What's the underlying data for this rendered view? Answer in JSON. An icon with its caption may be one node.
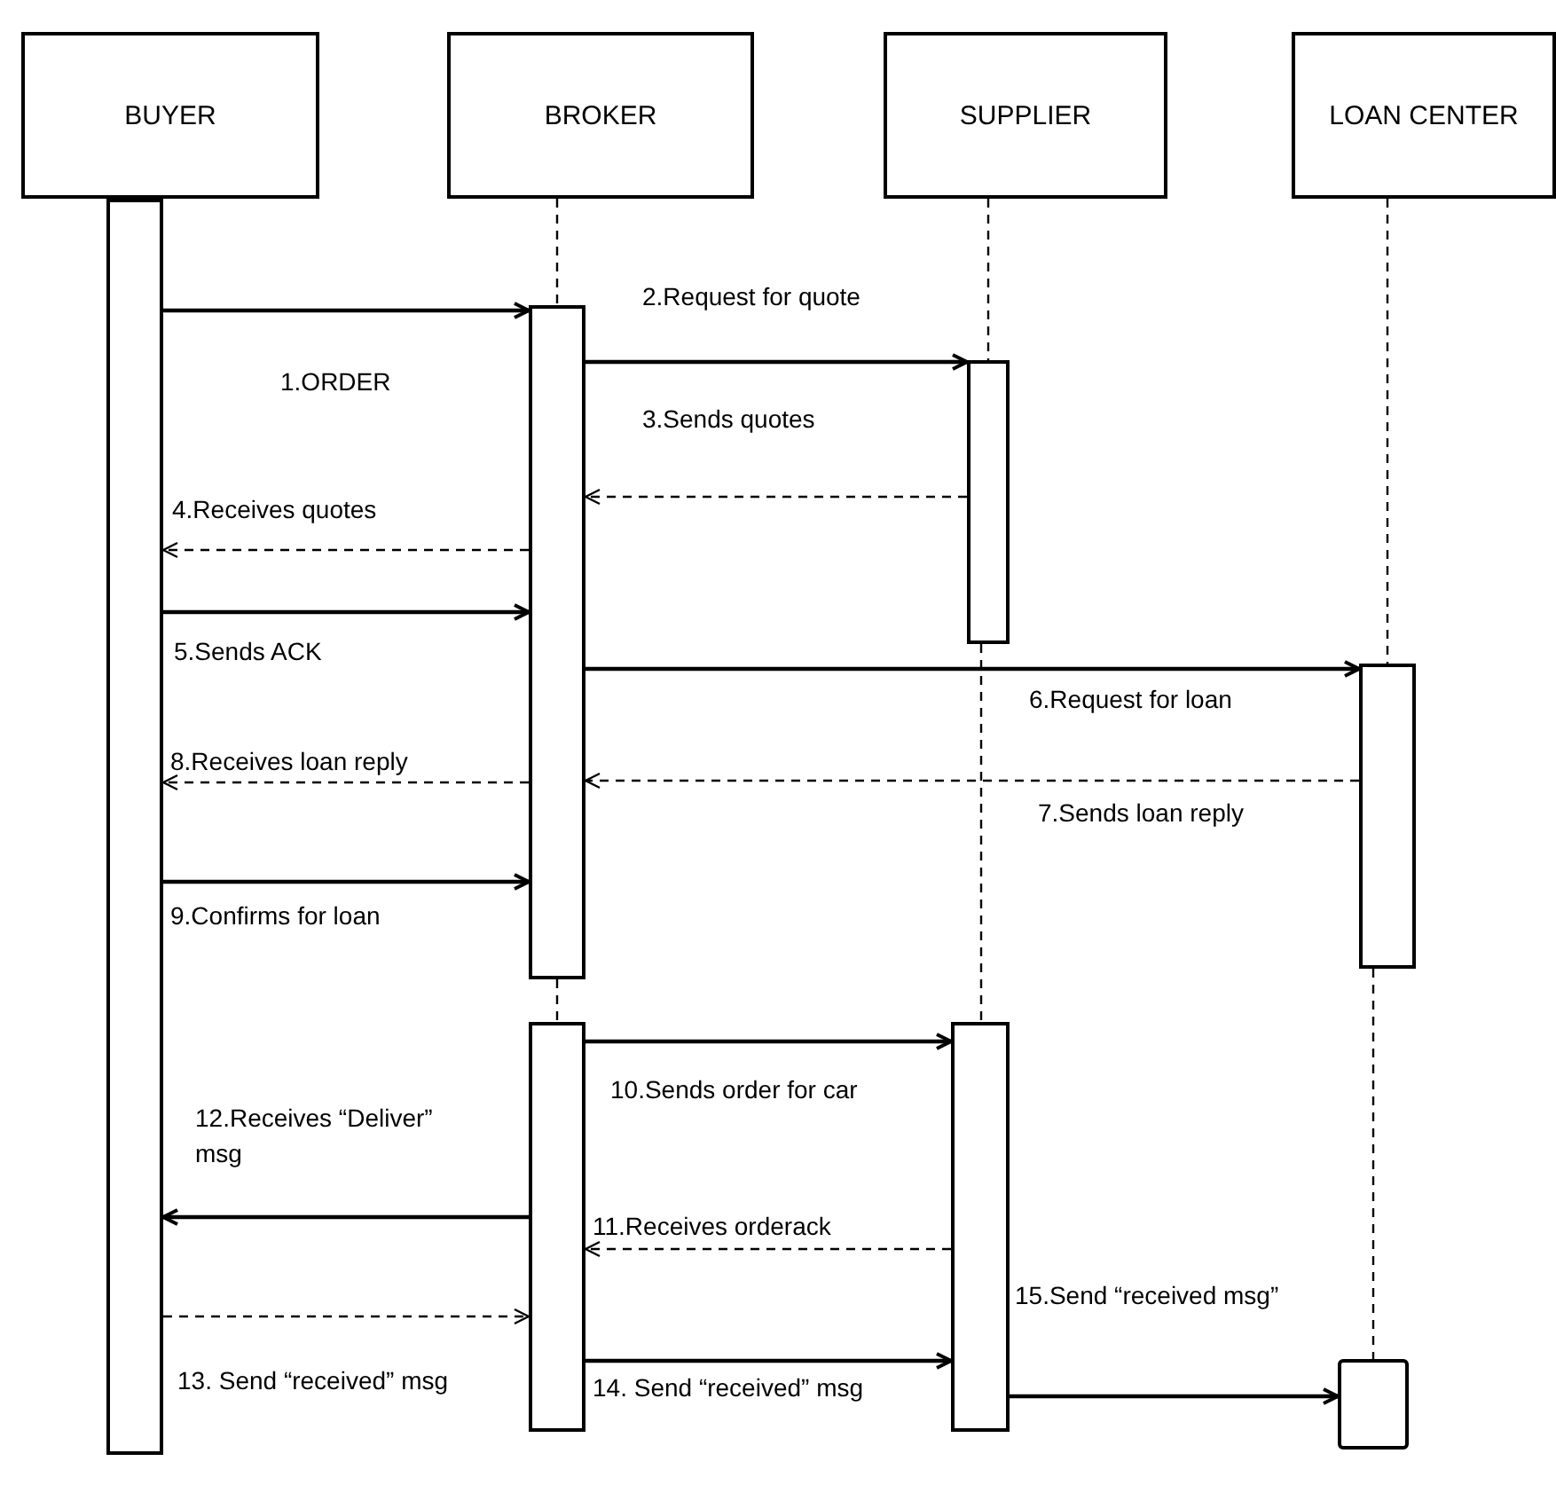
{
  "diagram": {
    "nodes": [
      {
        "text": [
          "BUYER"
        ]
      },
      {
        "text": [
          "BROKER"
        ]
      },
      {
        "text": [
          "SUPPLIER"
        ]
      },
      {
        "text": [
          "LOAN CENTER"
        ]
      },
      {
        "text": [],
        "shape": "bar"
      },
      {
        "text": [],
        "shape": "bar"
      },
      {
        "text": [],
        "shape": "bar"
      },
      {
        "text": [],
        "shape": "bar"
      },
      {
        "text": [],
        "shape": "bar"
      },
      {
        "text": [],
        "shape": "bar"
      },
      {
        "text": [],
        "shape": "box"
      }
    ],
    "edges": [
      {
        "from": 4,
        "to": 5,
        "arrow": "to",
        "label": "1.ORDER"
      },
      {
        "from": 5,
        "to": 6,
        "arrow": "to",
        "label": "2.Request for quote"
      },
      {
        "from": 6,
        "to": 5,
        "arrow": "to",
        "label": "3.Sends quotes",
        "style": "dashed"
      },
      {
        "from": 5,
        "to": 4,
        "arrow": "to",
        "label": "4.Receives quotes",
        "style": "dashed"
      },
      {
        "from": 4,
        "to": 5,
        "arrow": "to",
        "label": "5.Sends ACK"
      },
      {
        "from": 5,
        "to": 7,
        "arrow": "to",
        "label": "6.Request for loan"
      },
      {
        "from": 7,
        "to": 5,
        "arrow": "to",
        "label": "7.Sends loan reply",
        "style": "dashed"
      },
      {
        "from": 5,
        "to": 4,
        "arrow": "to",
        "label": "8.Receives loan reply",
        "style": "dashed"
      },
      {
        "from": 4,
        "to": 5,
        "arrow": "to",
        "label": "9.Confirms for loan"
      },
      {
        "from": 8,
        "to": 9,
        "arrow": "to",
        "label": "10.Sends order for car"
      },
      {
        "from": 9,
        "to": 8,
        "arrow": "to",
        "label": "11.Receives orderack",
        "style": "dashed"
      },
      {
        "from": 8,
        "to": 4,
        "arrow": "to",
        "label": "12.Receives “Deliver” msg"
      },
      {
        "from": 4,
        "to": 8,
        "arrow": "to",
        "label": "13. Send “received” msg",
        "style": "dashed"
      },
      {
        "from": 8,
        "to": 9,
        "arrow": "to",
        "label": "14. Send “received” msg"
      },
      {
        "from": 9,
        "to": 10,
        "arrow": "to",
        "label": "15.Send “received msg”"
      },
      {
        "from": 1,
        "to": 5,
        "arrow": "none",
        "style": "dashed"
      },
      {
        "from": 5,
        "to": 8,
        "arrow": "none",
        "style": "dashed"
      },
      {
        "from": 2,
        "to": 6,
        "arrow": "none",
        "style": "dashed"
      },
      {
        "from": 6,
        "to": 9,
        "arrow": "none",
        "style": "dashed"
      },
      {
        "from": 3,
        "to": 7,
        "arrow": "none",
        "style": "dashed"
      },
      {
        "from": 7,
        "to": 10,
        "arrow": "none",
        "style": "dashed"
      }
    ]
  }
}
